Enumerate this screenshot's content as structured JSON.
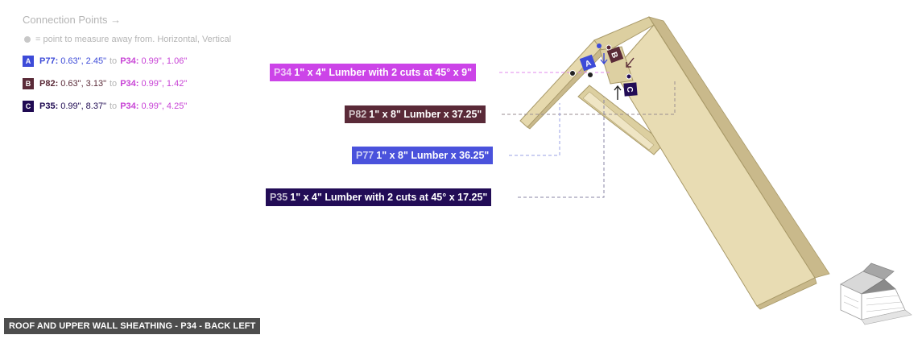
{
  "legend": {
    "title": "Connection Points →",
    "note": "= point to measure away from. Horizontal, Vertical",
    "items": [
      {
        "badge": "A",
        "color": "#3d4bd8",
        "part": "P77:",
        "part_vals": "0.63\", 2.45\"",
        "to": "to",
        "target": "P34:",
        "target_vals": "0.99\", 1.06\""
      },
      {
        "badge": "B",
        "color": "#5a2a38",
        "part": "P82:",
        "part_vals": "0.63\", 3.13\"",
        "to": "to",
        "target": "P34:",
        "target_vals": "0.99\", 1.42\""
      },
      {
        "badge": "C",
        "color": "#1f0a52",
        "part": "P35:",
        "part_vals": "0.99\", 8.37\"",
        "to": "to",
        "target": "P34:",
        "target_vals": "0.99\", 4.25\""
      }
    ]
  },
  "callouts": [
    {
      "id": "P34",
      "text": "1\" x 4\" Lumber with 2 cuts at 45° x 9\"",
      "color": "#cc44e8"
    },
    {
      "id": "P82",
      "text": "1\" x 8\" Lumber x 37.25\"",
      "color": "#5a2a38"
    },
    {
      "id": "P77",
      "text": "1\" x 8\" Lumber x 36.25\"",
      "color": "#4a52dc"
    },
    {
      "id": "P35",
      "text": "1\" x 4\" Lumber with 2 cuts at 45° x 17.25\"",
      "color": "#220c56"
    }
  ],
  "markers": [
    "A",
    "B",
    "C"
  ],
  "footer": "ROOF AND UPPER WALL SHEATHING - P34 - BACK LEFT",
  "colors": {
    "wood": "#e8dcb3",
    "wood_dark": "#c9b98b",
    "wood_edge": "#a89968"
  }
}
